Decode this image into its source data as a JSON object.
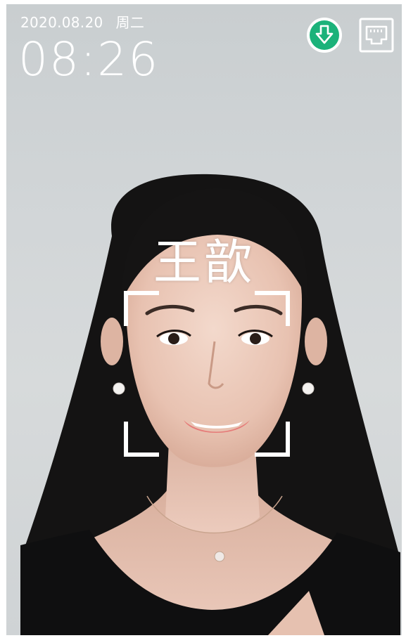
{
  "status_bar": {
    "date": "2020.08.20",
    "weekday": "周二",
    "time": "08:26"
  },
  "icons": {
    "download": "download-arrow-icon",
    "network": "ethernet-port-icon"
  },
  "recognition": {
    "name": "王歆"
  },
  "colors": {
    "download_badge": "#1bb27a",
    "overlay_text": "#ffffff",
    "background": "#d2d6d8"
  }
}
